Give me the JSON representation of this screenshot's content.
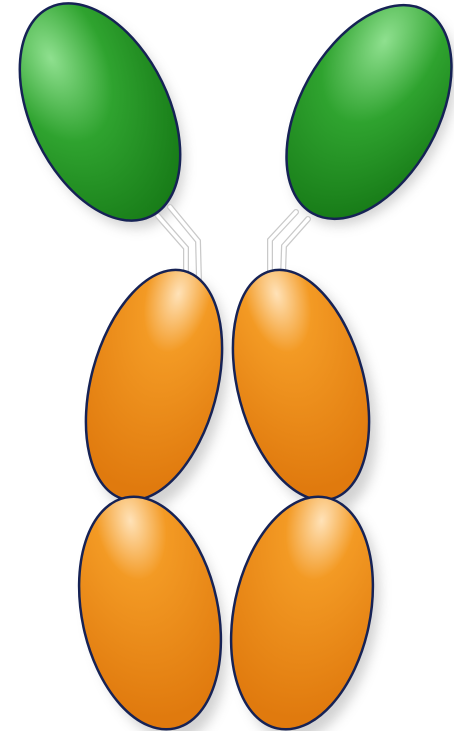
{
  "diagram": {
    "subject": "antibody-fab-diagram",
    "colors": {
      "variable_domain": "#2fa32f",
      "variable_domain_light": "#8fe08f",
      "variable_domain_dark": "#177a17",
      "constant_domain": "#f39a24",
      "constant_domain_light": "#ffe2b8",
      "constant_domain_dark": "#e07a0e",
      "outline": "#162255",
      "hinge_line": "#ffffff",
      "hinge_outline": "#c9c9c9",
      "shadow": "#9a9a9a",
      "background": "#ffffff"
    },
    "parts": [
      {
        "name": "variable-domain",
        "count": 2,
        "color_key": "variable_domain"
      },
      {
        "name": "constant-domain",
        "count": 4,
        "color_key": "constant_domain"
      },
      {
        "name": "hinge-linker",
        "count": 2,
        "color_key": "hinge_line"
      }
    ]
  }
}
